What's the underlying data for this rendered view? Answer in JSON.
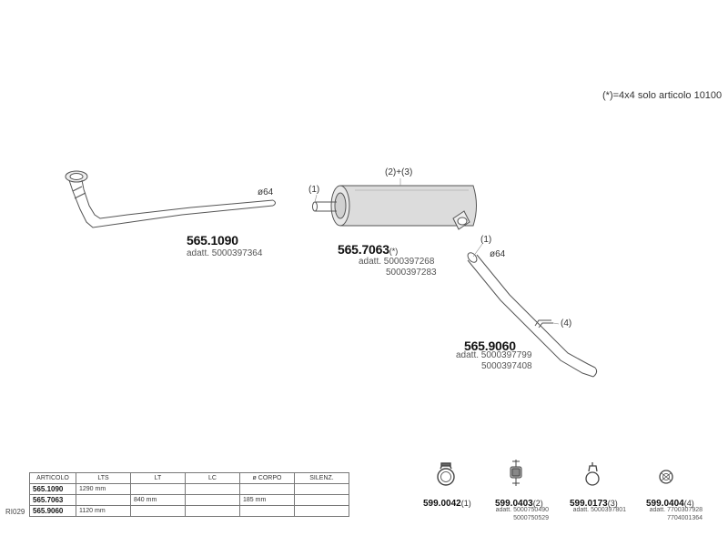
{
  "note": "(*)=4x4 solo articolo 10100",
  "parts": {
    "p1": {
      "number": "565.1090",
      "adatt": "adatt. 5000397364",
      "diameter": "ø64"
    },
    "p2": {
      "number": "565.7063",
      "suffix": "(*)",
      "adatt1": "adatt. 5000397268",
      "adatt2": "5000397283",
      "label_left": "(1)",
      "label_top": "(2)+(3)"
    },
    "p3": {
      "number": "565.9060",
      "adatt1": "adatt. 5000397799",
      "adatt2": "5000397408",
      "label_top": "(1)",
      "diameter": "ø64",
      "label_side": "(4)"
    }
  },
  "table": {
    "headers": [
      "ARTICOLO",
      "LTS",
      "LT",
      "LC",
      "ø CORPO",
      "SILENZ."
    ],
    "rows": [
      {
        "code": "565.1090",
        "lts": "1290 mm",
        "lt": "",
        "lc": "",
        "corpo": "",
        "silenz": ""
      },
      {
        "code": "565.7063",
        "lts": "",
        "lt": "840 mm",
        "lc": "",
        "corpo": "185 mm",
        "silenz": ""
      },
      {
        "code": "565.9060",
        "lts": "1120 mm",
        "lt": "",
        "lc": "",
        "corpo": "",
        "silenz": ""
      }
    ],
    "side_label": "RI029"
  },
  "accessories": [
    {
      "code": "599.0042",
      "ref": "(1)",
      "sub": []
    },
    {
      "code": "599.0403",
      "ref": "(2)",
      "sub": [
        "adatt. 5000750490",
        "5000750529"
      ]
    },
    {
      "code": "599.0173",
      "ref": "(3)",
      "sub": [
        "adatt. 5000397801"
      ]
    },
    {
      "code": "599.0404",
      "ref": "(4)",
      "sub": [
        "adatt. 7700307928",
        "7704001364"
      ]
    }
  ]
}
